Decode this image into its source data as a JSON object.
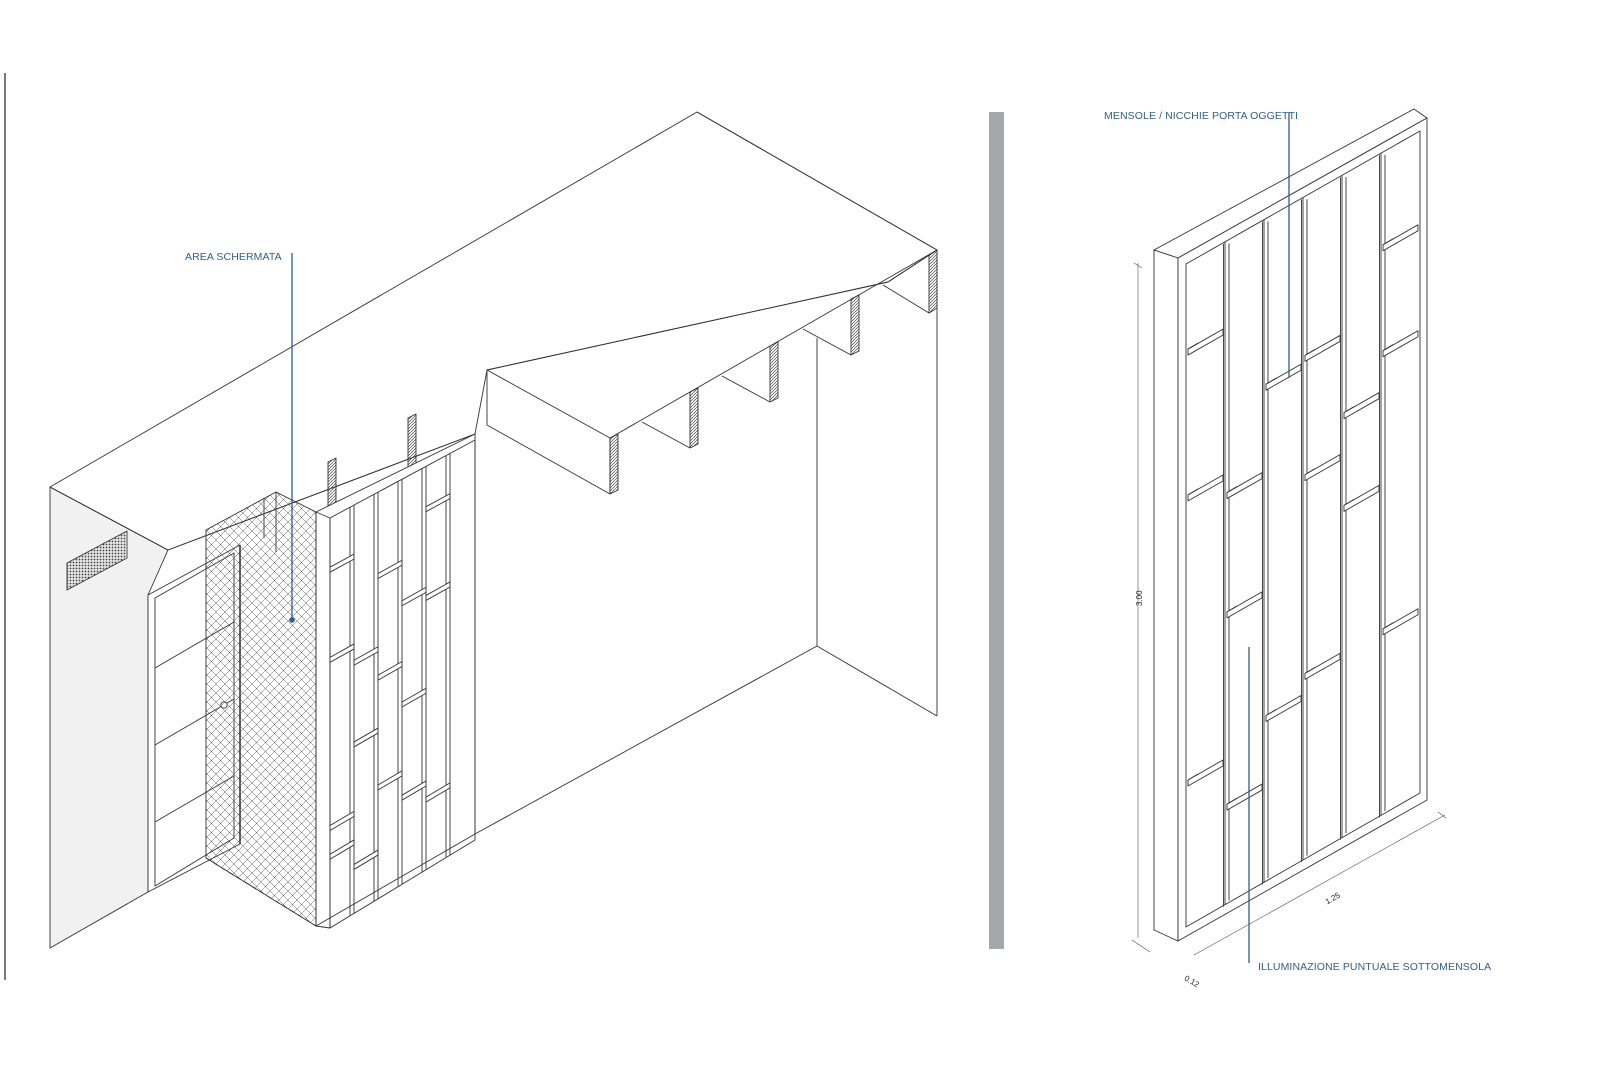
{
  "annotations": {
    "area_schermata": "AREA SCHERMATA",
    "mensole": "MENSOLE / NICCHIE PORTA OGGETTI",
    "illuminazione": "ILLUMINAZIONE PUNTUALE SOTTOMENSOLA"
  },
  "dimensions": {
    "height": "3.00",
    "width": "1.25",
    "depth": "0.12"
  },
  "colors": {
    "annotation": "#2f5f8a",
    "line": "#333333",
    "divider": "#a4a8ab",
    "wall_fill": "#f1f1f1"
  }
}
